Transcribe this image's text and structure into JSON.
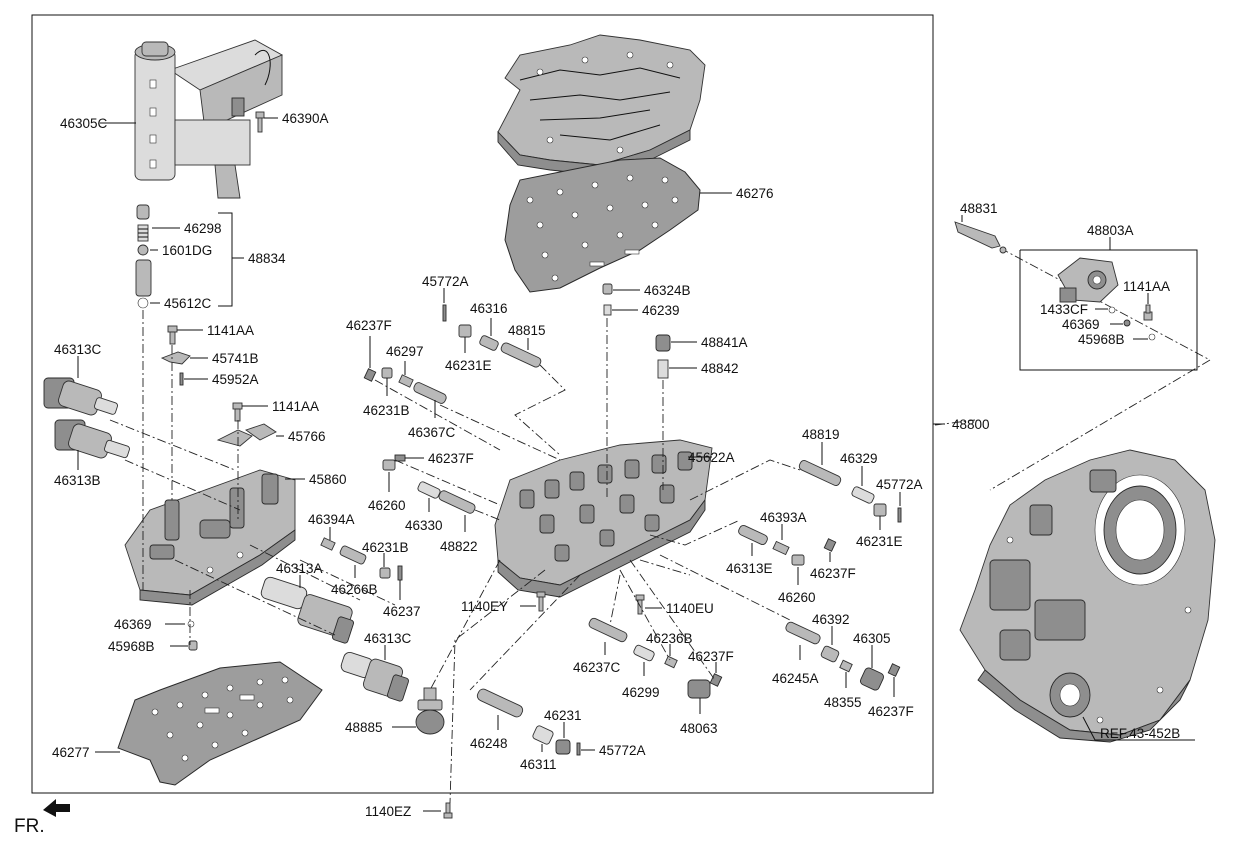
{
  "main_label": "48800",
  "fr_label": "FR.",
  "ref_label": "REF.43-452B",
  "labels": {
    "l46305C": "46305C",
    "l46390A": "46390A",
    "l46298": "46298",
    "l1601DG": "1601DG",
    "l48834": "48834",
    "l45612C": "45612C",
    "l1141AA_a": "1141AA",
    "l45741B": "45741B",
    "l45952A": "45952A",
    "l46313C_a": "46313C",
    "l46313B": "46313B",
    "l1141AA_b": "1141AA",
    "l45766": "45766",
    "l45860": "45860",
    "l46394A": "46394A",
    "l46231B_a": "46231B",
    "l46266B": "46266B",
    "l46237_a": "46237",
    "l46313A": "46313A",
    "l46313C_b": "46313C",
    "l46369_a": "46369",
    "l45968B_a": "45968B",
    "l46277": "46277",
    "l48885": "48885",
    "l1140EZ": "1140EZ",
    "l46276": "46276",
    "l45772A_a": "45772A",
    "l46316": "46316",
    "l48815": "48815",
    "l46237F_a": "46237F",
    "l46297": "46297",
    "l46231E_a": "46231E",
    "l46231B_b": "46231B",
    "l46367C": "46367C",
    "l46237F_b": "46237F",
    "l46260_a": "46260",
    "l46330": "46330",
    "l48822": "48822",
    "l46324B": "46324B",
    "l46239": "46239",
    "l48841A": "48841A",
    "l48842": "48842",
    "l45622A": "45622A",
    "l1140EY": "1140EY",
    "l1140EU": "1140EU",
    "l48819": "48819",
    "l46329": "46329",
    "l45772A_b": "45772A",
    "l46231E_b": "46231E",
    "l46393A": "46393A",
    "l46313E": "46313E",
    "l46237F_c": "46237F",
    "l46260_b": "46260",
    "l46236B": "46236B",
    "l46237C": "46237C",
    "l46299": "46299",
    "l46237F_d": "46237F",
    "l48063": "48063",
    "l46392": "46392",
    "l46305": "46305",
    "l46245A": "46245A",
    "l48355": "48355",
    "l46237F_e": "46237F",
    "l46248": "46248",
    "l46231": "46231",
    "l46311": "46311",
    "l45772A_c": "45772A",
    "l48831": "48831",
    "l48803A": "48803A",
    "l1141AA_c": "1141AA",
    "l1433CF": "1433CF",
    "l46369_b": "46369",
    "l45968B_b": "45968B"
  }
}
